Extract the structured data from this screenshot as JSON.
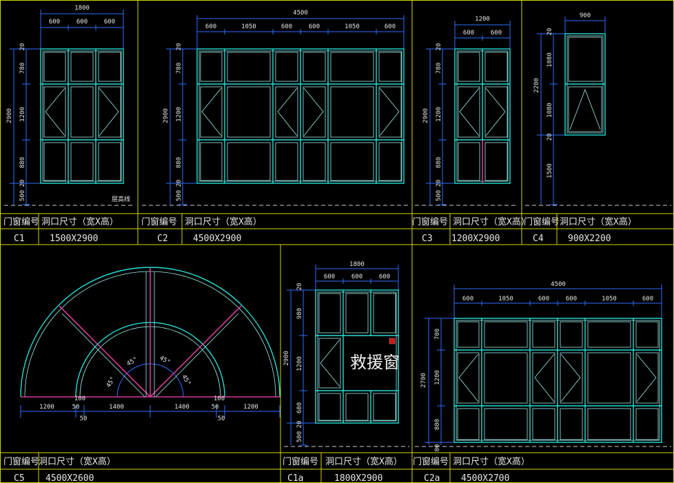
{
  "table": {
    "header_code": "门窗编号",
    "header_size": "洞口尺寸（宽X高）",
    "rows": [
      {
        "code": "C1",
        "size": "1500X2900"
      },
      {
        "code": "C2",
        "size": "4500X2900"
      },
      {
        "code": "C3",
        "size": "1200X2900"
      },
      {
        "code": "C4",
        "size": "900X2200"
      },
      {
        "code": "C5",
        "size": "4500X2600"
      },
      {
        "code": "C1a",
        "size": "1800X2900"
      },
      {
        "code": "C2a",
        "size": "4500X2700"
      }
    ]
  },
  "labels": {
    "floor_line": "层高线",
    "watermark": "救援窗",
    "angle": "45°"
  },
  "dims": {
    "c1_top": [
      "1800",
      "600",
      "600",
      "600"
    ],
    "c1_left": [
      "2900",
      "20",
      "780",
      "1200",
      "880",
      "20",
      "500"
    ],
    "c2_top": [
      "4500",
      "600",
      "1050",
      "600",
      "600",
      "1050",
      "600"
    ],
    "c2_left": [
      "2900",
      "20",
      "780",
      "1200",
      "880",
      "20",
      "500"
    ],
    "c3_top": [
      "1200",
      "600",
      "600"
    ],
    "c3_left": [
      "2900",
      "20",
      "780",
      "1200",
      "880",
      "20",
      "500"
    ],
    "c4_top": [
      "900"
    ],
    "c4_left": [
      "2200",
      "20",
      "1080",
      "1080",
      "20",
      "1500"
    ],
    "c5_bottom": [
      "1200",
      "100",
      "50",
      "1400",
      "1400",
      "100",
      "50",
      "1200",
      "50",
      "50"
    ],
    "c1a_top": [
      "1800",
      "600",
      "600",
      "600"
    ],
    "c1a_left": [
      "2900",
      "20",
      "980",
      "1200",
      "680",
      "20",
      "500"
    ],
    "c2a_top": [
      "4500",
      "600",
      "1050",
      "600",
      "600",
      "1050",
      "600"
    ],
    "c2a_left": [
      "2700",
      "700",
      "1200",
      "800",
      "00"
    ]
  },
  "colors": {
    "background": "#000000",
    "frame": "#d7d700",
    "window": "#23e0d8",
    "dimension": "#2e6fff",
    "mullion": "#d63a9a",
    "text": "#e6e6e6"
  }
}
